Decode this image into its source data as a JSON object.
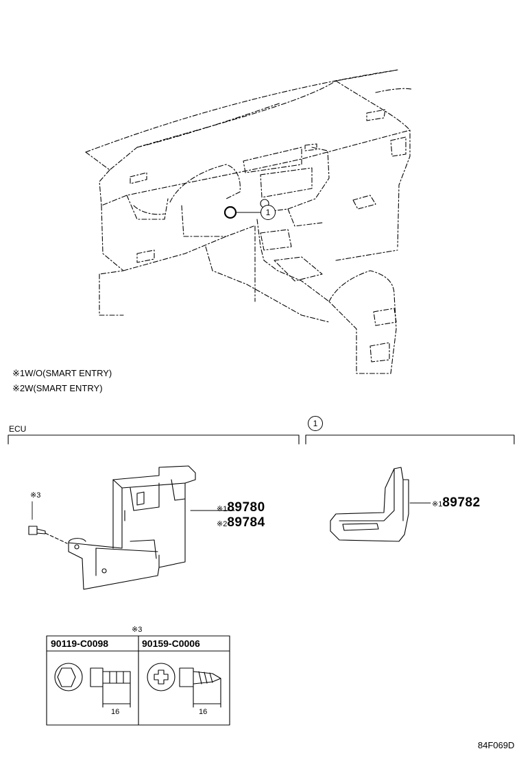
{
  "notes": [
    {
      "mark": "※1",
      "text": "W/O(SMART ENTRY)"
    },
    {
      "mark": "※2",
      "text": "W(SMART ENTRY)"
    }
  ],
  "sections": {
    "left_label": "ECU",
    "right_callout": "1"
  },
  "dashboard_callout": "1",
  "ecu_parts": [
    {
      "mark": "※1",
      "number": "89780"
    },
    {
      "mark": "※2",
      "number": "89784"
    }
  ],
  "bracket_part": {
    "mark": "※1",
    "number": "89782"
  },
  "bolt_mark": "※3",
  "table": {
    "mark": "※3",
    "columns": [
      {
        "part": "90119-C0098",
        "dimension": "16"
      },
      {
        "part": "90159-C0006",
        "dimension": "16"
      }
    ]
  },
  "diagram_code": "84F069D"
}
